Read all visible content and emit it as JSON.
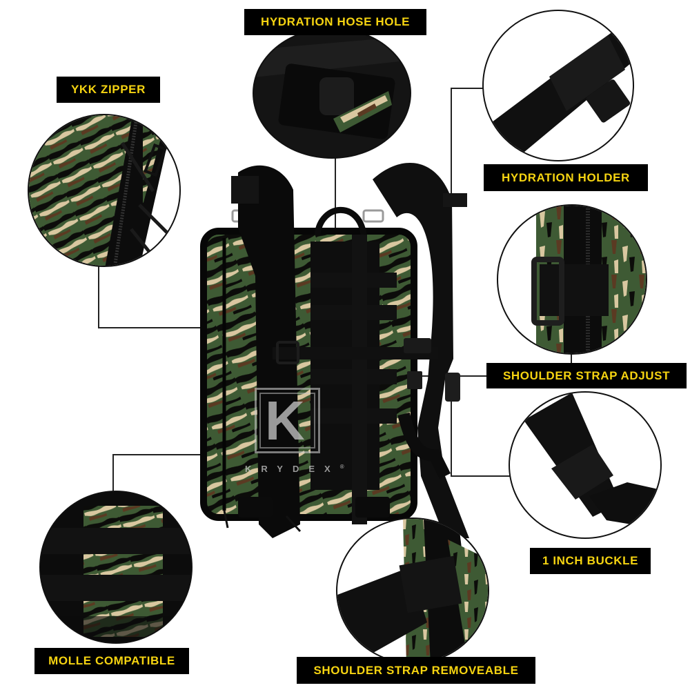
{
  "brand": {
    "name": "KRYDEX",
    "trademark": "®",
    "watermark_letter": "K"
  },
  "colors": {
    "label_bg": "#000000",
    "label_text": "#f6d411",
    "camo_green": "#3e5a34",
    "camo_brown": "#5b3a22",
    "camo_tan": "#d9c7a0",
    "webbing_black": "#111111",
    "background": "#ffffff"
  },
  "callouts": [
    {
      "id": "hydration-hose-hole",
      "label": "HYDRATION HOSE HOLE",
      "icon": "hose-port-detail-image"
    },
    {
      "id": "ykk-zipper",
      "label": "YKK ZIPPER",
      "icon": "zipper-detail-image"
    },
    {
      "id": "hydration-holder",
      "label": "HYDRATION HOLDER",
      "icon": "hook-loop-strap-detail-image"
    },
    {
      "id": "side-buckle",
      "label": "",
      "icon": "side-ladder-lock-detail-image"
    },
    {
      "id": "shoulder-strap-adjust",
      "label": "SHOULDER STRAP ADJUST",
      "icon": "strap-adjust-detail-image"
    },
    {
      "id": "1-inch-buckle",
      "label": "1 INCH BUCKLE",
      "icon": "side-release-buckle-detail-image"
    },
    {
      "id": "molle-compatible",
      "label": "MOLLE COMPATIBLE",
      "icon": "molle-webbing-detail-image"
    },
    {
      "id": "shoulder-strap-removeable",
      "label": "SHOULDER STRAP REMOVEABLE",
      "icon": "strap-attachment-detail-image"
    }
  ],
  "product": {
    "description": "tiger stripe camo hydration backpack with shoulder straps, rear view",
    "icon": "backpack-image"
  }
}
